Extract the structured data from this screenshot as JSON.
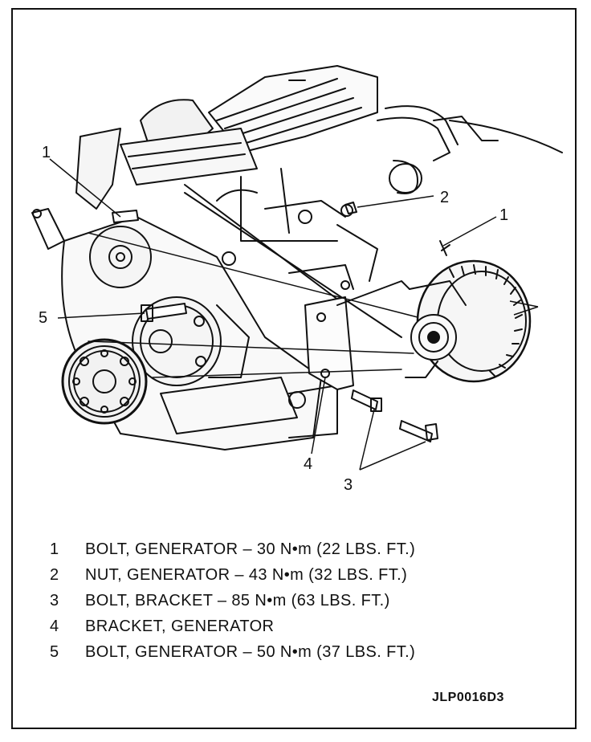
{
  "callouts": {
    "c1_left": "1",
    "c2": "2",
    "c1_right": "1",
    "c5": "5",
    "c4": "4",
    "c3": "3"
  },
  "legend": [
    {
      "num": "1",
      "text": "BOLT, GENERATOR – 30 N•m (22 LBS. FT.)"
    },
    {
      "num": "2",
      "text": "NUT, GENERATOR – 43 N•m (32 LBS. FT.)"
    },
    {
      "num": "3",
      "text": "BOLT, BRACKET – 85 N•m (63 LBS. FT.)"
    },
    {
      "num": "4",
      "text": "BRACKET, GENERATOR"
    },
    {
      "num": "5",
      "text": "BOLT, GENERATOR – 50 N•m (37 LBS. FT.)"
    }
  ],
  "figure_id": "JLP0016D3"
}
